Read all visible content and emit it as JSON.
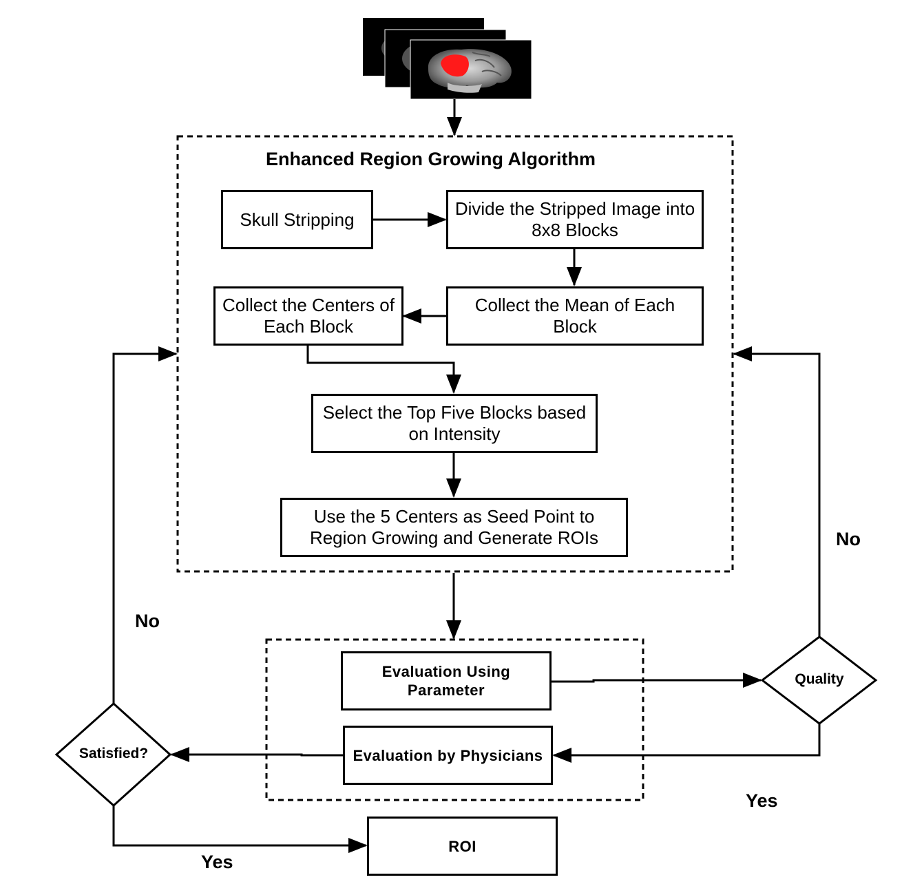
{
  "algorithm": {
    "title": "Enhanced Region Growing Algorithm",
    "skull_stripping": "Skull Stripping",
    "divide_blocks": "Divide the Stripped Image into 8x8 Blocks",
    "collect_mean": "Collect the Mean of Each Block",
    "collect_centers": "Collect the Centers of Each Block",
    "select_top": "Select the Top Five Blocks based on Intensity",
    "use_centers": "Use the 5 Centers as Seed Point to Region Growing and Generate ROIs"
  },
  "evaluation": {
    "parameter": "Evaluation Using Parameter",
    "physicians": "Evaluation by Physicians"
  },
  "decisions": {
    "quality": "Quality",
    "satisfied": "Satisfied?"
  },
  "output": {
    "roi": "ROI"
  },
  "labels": {
    "no_right": "No",
    "yes_right": "Yes",
    "no_left": "No",
    "yes_left": "Yes"
  }
}
